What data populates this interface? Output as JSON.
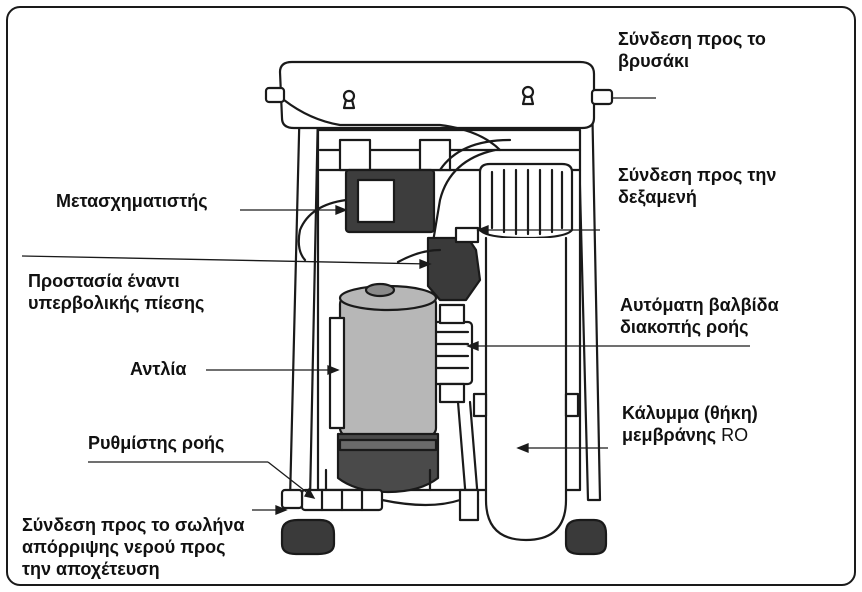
{
  "labels": {
    "faucet": {
      "line1": "Σύνδεση προς το",
      "line2": "βρυσάκι"
    },
    "tank": {
      "line1": "Σύνδεση προς την",
      "line2": "δεξαμενή"
    },
    "transformer": "Μετασχηματιστής",
    "pressure_protection": {
      "line1": "Προστασία έναντι",
      "line2": "υπερβολικής πίεσης"
    },
    "shutoff_valve": {
      "line1": "Αυτόματη βαλβίδα",
      "line2": "διακοπής ροής"
    },
    "pump": "Αντλία",
    "membrane_housing": {
      "line1": "Κάλυμμα (θήκη)",
      "line2_prefix": "μεμβράνης ",
      "line2_suffix": "RO"
    },
    "flow_regulator": "Ρυθμίστης ροής",
    "drain": {
      "line1": "Σύνδεση προς το σωλήνα",
      "line2": "απόρριψης νερού προς",
      "line3": "την αποχέτευση"
    }
  },
  "colors": {
    "outline": "#1a1a1a",
    "pump_body": "#b7b7b7",
    "pump_base": "#4a4a4a",
    "transformer": "#3d3d3d",
    "valve": "#3a3a3a",
    "background": "#ffffff"
  }
}
